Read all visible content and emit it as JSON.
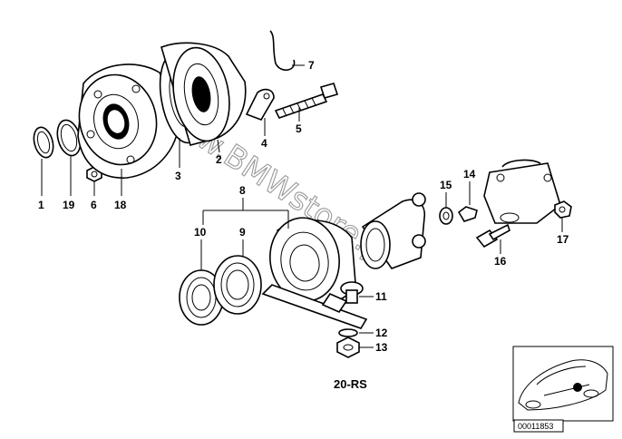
{
  "callouts": {
    "p1": "1",
    "p2": "2",
    "p3": "3",
    "p4": "4",
    "p5": "5",
    "p6": "6",
    "p7": "7",
    "p8": "8",
    "p9": "9",
    "p10": "10",
    "p11": "11",
    "p12": "12",
    "p13": "13",
    "p14": "14",
    "p15": "15",
    "p16": "16",
    "p17": "17",
    "p18": "18",
    "p19": "19"
  },
  "diagram_code": "20-RS",
  "thumbnail": {
    "id": "00011853"
  },
  "watermark": "www.BMWstore.pl",
  "colors": {
    "ink": "#000000",
    "watermark": "#9a9a9a",
    "background": "#ffffff"
  }
}
